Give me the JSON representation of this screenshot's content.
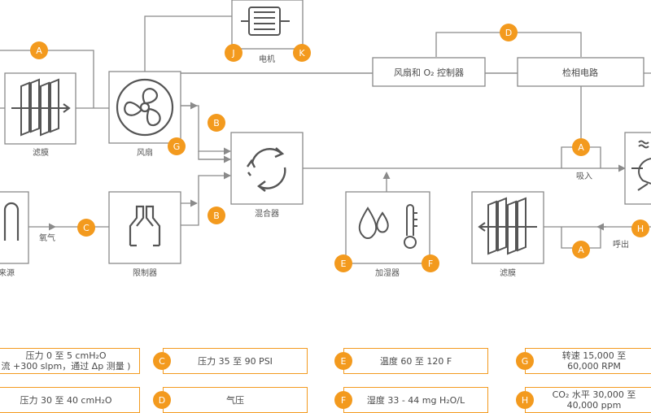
{
  "diagram": {
    "labels": {
      "filter_left": "滤膜",
      "fan": "风扇",
      "motor": "电机",
      "mixer": "混合器",
      "limiter": "限制器",
      "source": "来源",
      "oxygen": "氧气",
      "humidifier": "加湿器",
      "filter_right": "滤膜",
      "inhale": "吸入",
      "exhale": "呼出",
      "fan_o2_controller": "风扇和 O₂ 控制器",
      "detection_circuit": "检相电路"
    },
    "badges": {
      "a_top": "A",
      "g": "G",
      "j": "J",
      "k": "K",
      "b_upper": "B",
      "b_lower": "B",
      "c": "C",
      "d": "D",
      "a_inhale": "A",
      "a_exhale": "A",
      "h": "H",
      "e": "E",
      "f": "F"
    }
  },
  "legend": [
    {
      "letter": "",
      "line1": "压力 0 至 5 cmH₂O",
      "line2": "流 +300 slpm，通过 Δp 测量 )"
    },
    {
      "letter": "C",
      "line1": "压力 35 至 90 PSI",
      "line2": ""
    },
    {
      "letter": "E",
      "line1": "温度 60 至 120 F",
      "line2": ""
    },
    {
      "letter": "G",
      "line1": "转速 15,000 至",
      "line2": "60,000 RPM"
    },
    {
      "letter": "",
      "line1": "压力 30 至 40 cmH₂O",
      "line2": ""
    },
    {
      "letter": "D",
      "line1": "气压",
      "line2": ""
    },
    {
      "letter": "F",
      "line1": "湿度 33 - 44 mg H₂O/L",
      "line2": ""
    },
    {
      "letter": "H",
      "line1": "CO₂ 水平 30,000 至",
      "line2": "40,000 ppm"
    }
  ],
  "colors": {
    "accent": "#f39a1e",
    "line": "#8a8a8a",
    "text": "#4a4a4a"
  }
}
